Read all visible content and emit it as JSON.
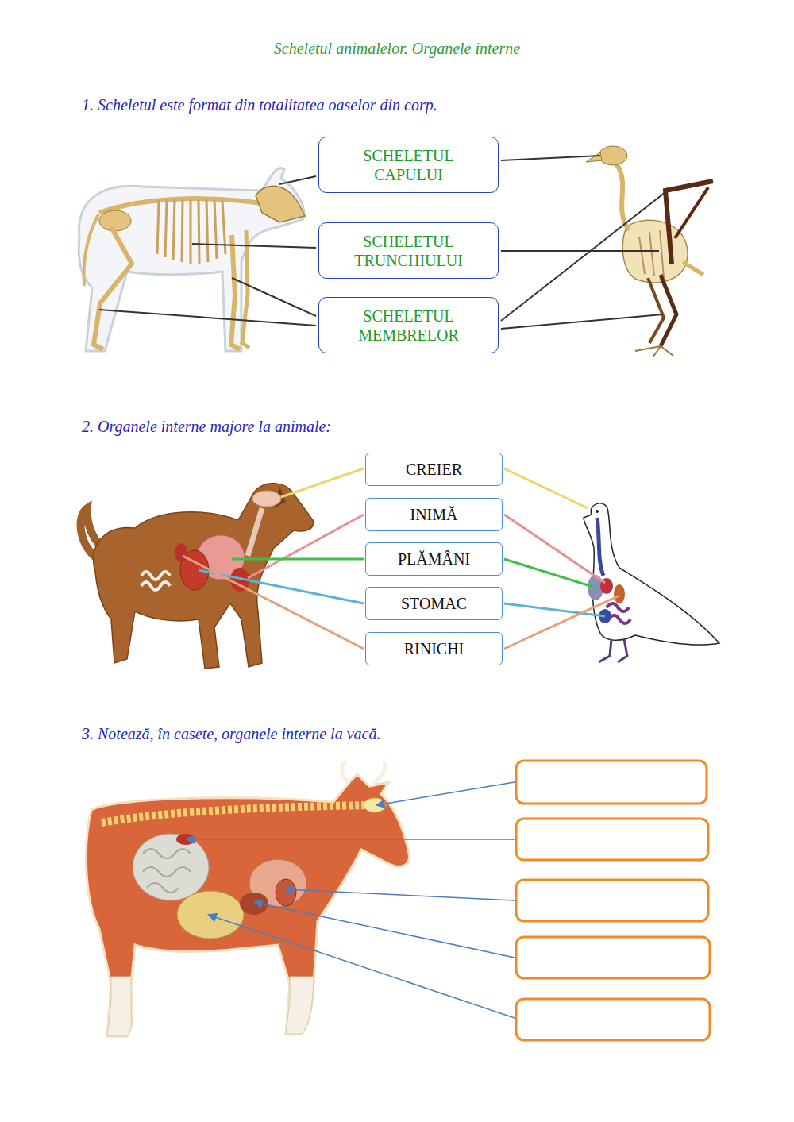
{
  "diagram": {
    "title": "Scheletul animalelor. Organele interne",
    "nodes": [
      {
        "text": [
          "SCHELETUL CAPULUI"
        ]
      },
      {
        "text": [
          "SCHELETUL TRUNCHIULUI"
        ]
      },
      {
        "text": [
          "SCHELETUL MEMBRELOR"
        ]
      },
      {
        "text": [
          "CREIER"
        ]
      },
      {
        "text": [
          "INIMĂ"
        ]
      },
      {
        "text": [
          "PLĂMÂNI"
        ]
      },
      {
        "text": [
          "STOMAC"
        ]
      },
      {
        "text": [
          "RINICHI"
        ]
      }
    ],
    "labels": [
      "1. Scheletul este format din totalitatea oaselor din corp.",
      "2. Organele interne majore la animale:",
      "3. Notează, în casete, organele interne la vacă."
    ]
  }
}
